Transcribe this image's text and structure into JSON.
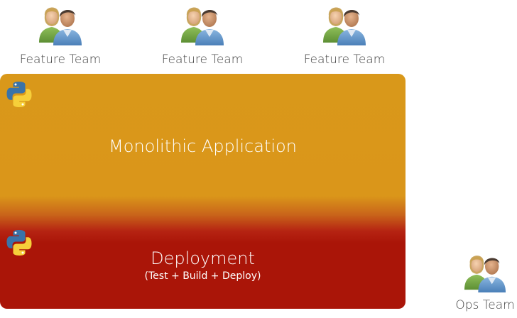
{
  "teams": {
    "feature": [
      {
        "label": "Feature Team",
        "icon": "people-icon"
      },
      {
        "label": "Feature Team",
        "icon": "people-icon"
      },
      {
        "label": "Feature Team",
        "icon": "people-icon"
      }
    ],
    "ops": {
      "label": "Ops Team",
      "icon": "people-icon"
    }
  },
  "application": {
    "title": "Monolithic Application",
    "icon": "python-logo-icon",
    "colors": {
      "top": "#d9981a",
      "bottom": "#aa1508"
    }
  },
  "deployment": {
    "title": "Deployment",
    "subtitle": "(Test + Build + Deploy)",
    "icon": "python-logo-icon"
  }
}
